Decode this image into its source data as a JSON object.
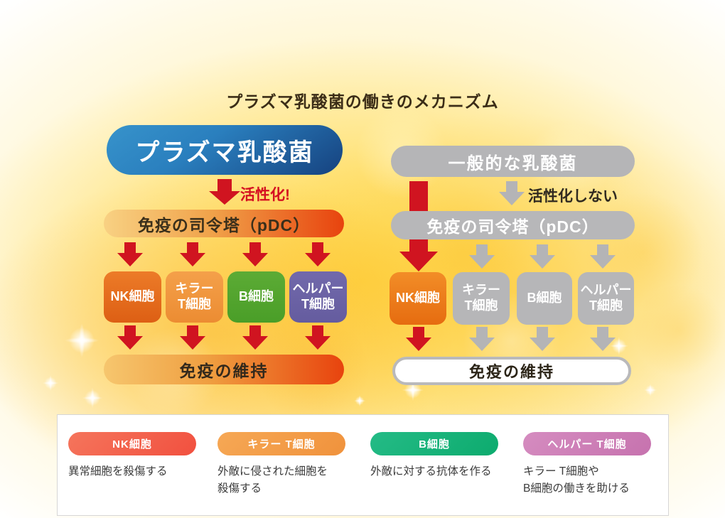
{
  "title": "プラズマ乳酸菌の働きのメカニズム",
  "colors": {
    "accent_red": "#d01420",
    "dark_red_overlap": "#9f1620",
    "plasma_blue_top": "#3793cb",
    "plasma_blue_bottom": "#16427f",
    "inactive_gray": "#b5b5b7",
    "bar_gradient_left": "#f8d183",
    "bar_gradient_right": "#e8430e",
    "nk_orange": "#e66c1e",
    "killer_orange": "#f0973e",
    "b_green": "#55a62f",
    "helper_purple": "#6e65a7",
    "legend_nk": "#f2614b",
    "legend_killer": "#f49d49",
    "legend_b": "#17b27b",
    "legend_helper": "#cc7fb7",
    "background_gold": "#ffd746"
  },
  "left_flow": {
    "source_label": "プラズマ乳酸菌",
    "arrow_label": "活性化!",
    "pdc_label": "免疫の司令塔（pDC）",
    "cells": [
      {
        "label": "NK細胞"
      },
      {
        "label": "キラー\nT細胞"
      },
      {
        "label": "B細胞"
      },
      {
        "label": "ヘルパー\nT細胞"
      }
    ],
    "result_label": "免疫の維持"
  },
  "right_flow": {
    "source_label": "一般的な乳酸菌",
    "arrow_label": "活性化しない",
    "pdc_label": "免疫の司令塔（pDC）",
    "cells": [
      {
        "label": "NK細胞"
      },
      {
        "label": "キラー\nT細胞"
      },
      {
        "label": "B細胞"
      },
      {
        "label": "ヘルパー\nT細胞"
      }
    ],
    "result_label": "免疫の維持"
  },
  "legend": {
    "items": [
      {
        "label": "NK細胞",
        "description": "異常細胞を殺傷する"
      },
      {
        "label": "キラー T細胞",
        "description": "外敵に侵された細胞を\n殺傷する"
      },
      {
        "label": "B細胞",
        "description": "外敵に対する抗体を作る"
      },
      {
        "label": "ヘルパー T細胞",
        "description": "キラー T細胞や\nB細胞の働きを助ける"
      }
    ]
  }
}
